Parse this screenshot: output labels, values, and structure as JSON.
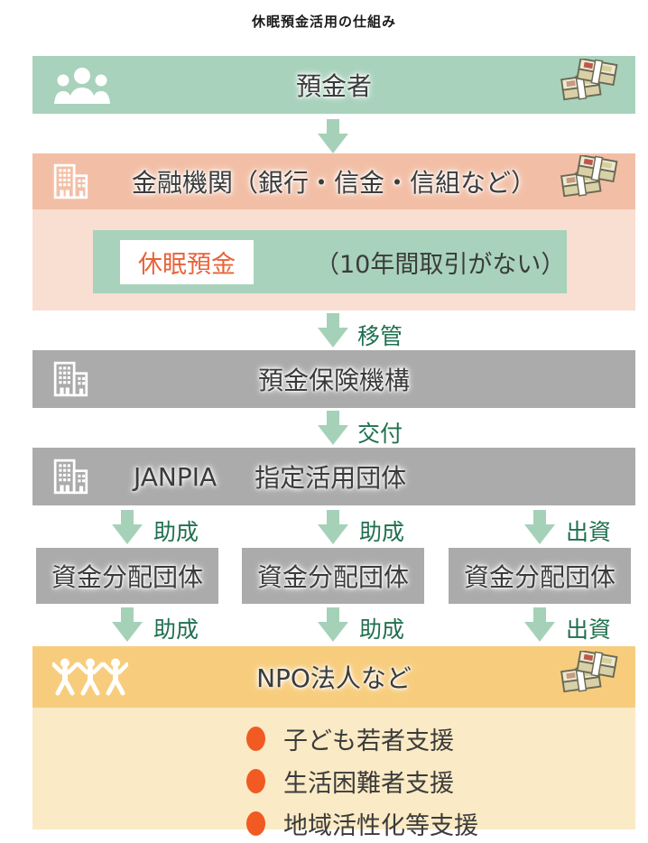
{
  "title": "休眠預金活用の仕組み",
  "colors": {
    "box_green": "#a8d2bc",
    "pink_header": "#f2bfa6",
    "pink_body": "#f9ded2",
    "box_gray": "#ababab",
    "yellow_header": "#f7cd7d",
    "yellow_body": "#faeac5",
    "arrow_green": "#a5d1b9",
    "flow_label_green": "#20704f",
    "bullet_orange": "#f15a22",
    "dormant_text_orange": "#e8633a"
  },
  "nodes": {
    "depositor": {
      "label": "預金者"
    },
    "financial_institution": {
      "label": "金融機関（銀行・信金・信組など）"
    },
    "dormant_deposit": {
      "label": "休眠預金",
      "note": "（10年間取引がない）"
    },
    "deposit_insurance": {
      "label": "預金保険機構"
    },
    "designated_org": {
      "name": "JANPIA",
      "label": "指定活用団体"
    },
    "fund_distributors": [
      {
        "label": "資金分配団体"
      },
      {
        "label": "資金分配団体"
      },
      {
        "label": "資金分配団体"
      }
    ],
    "npo": {
      "label": "NPO法人など",
      "activities": [
        "子ども若者支援",
        "生活困難者支援",
        "地域活性化等支援"
      ]
    }
  },
  "arrows": {
    "transfer_label": "移管",
    "grant_label": "交付",
    "janpia_to_distributors": [
      "助成",
      "助成",
      "出資"
    ],
    "distributors_to_npo": [
      "助成",
      "助成",
      "出資"
    ]
  },
  "icons": {
    "people_group": "people-group-icon",
    "building": "building-icon",
    "money_stack": "money-stack-icon",
    "people_holding_hands": "people-holding-hands-icon",
    "arrow_down": "arrow-down-icon"
  }
}
